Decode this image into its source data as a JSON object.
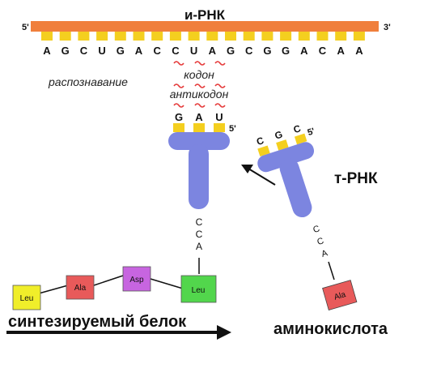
{
  "mrna": {
    "title": "и-РНК",
    "five_prime": "5'",
    "three_prime": "3'",
    "bases": [
      "A",
      "G",
      "C",
      "U",
      "G",
      "A",
      "C",
      "C",
      "U",
      "A",
      "G",
      "C",
      "G",
      "G",
      "A",
      "C",
      "A",
      "A"
    ],
    "color": "#f07f3c",
    "tooth_color": "#f4cf1f"
  },
  "labels": {
    "recognition": "распознавание",
    "codon": "кодон",
    "anticodon": "антикодон",
    "trna": "т-РНК",
    "protein": "синтезируемый белок",
    "amino_acid": "аминокислота"
  },
  "trna_bound": {
    "anticodon": [
      "G",
      "A",
      "U"
    ],
    "five_prime": "5'",
    "cca": [
      "C",
      "C",
      "A"
    ],
    "color": "#7c85e0"
  },
  "trna_free": {
    "anticodon": [
      "C",
      "G",
      "C"
    ],
    "five_prime": "5'",
    "cca": [
      "C",
      "C",
      "A"
    ],
    "amino_acid": "Ala"
  },
  "peptide": [
    {
      "name": "Leu",
      "color": "#f0ee2a"
    },
    {
      "name": "Ala",
      "color": "#e85a5a"
    },
    {
      "name": "Asp",
      "color": "#c765e0"
    },
    {
      "name": "Leu",
      "color": "#52d64c"
    }
  ],
  "free_amino_color": "#e85a5a"
}
